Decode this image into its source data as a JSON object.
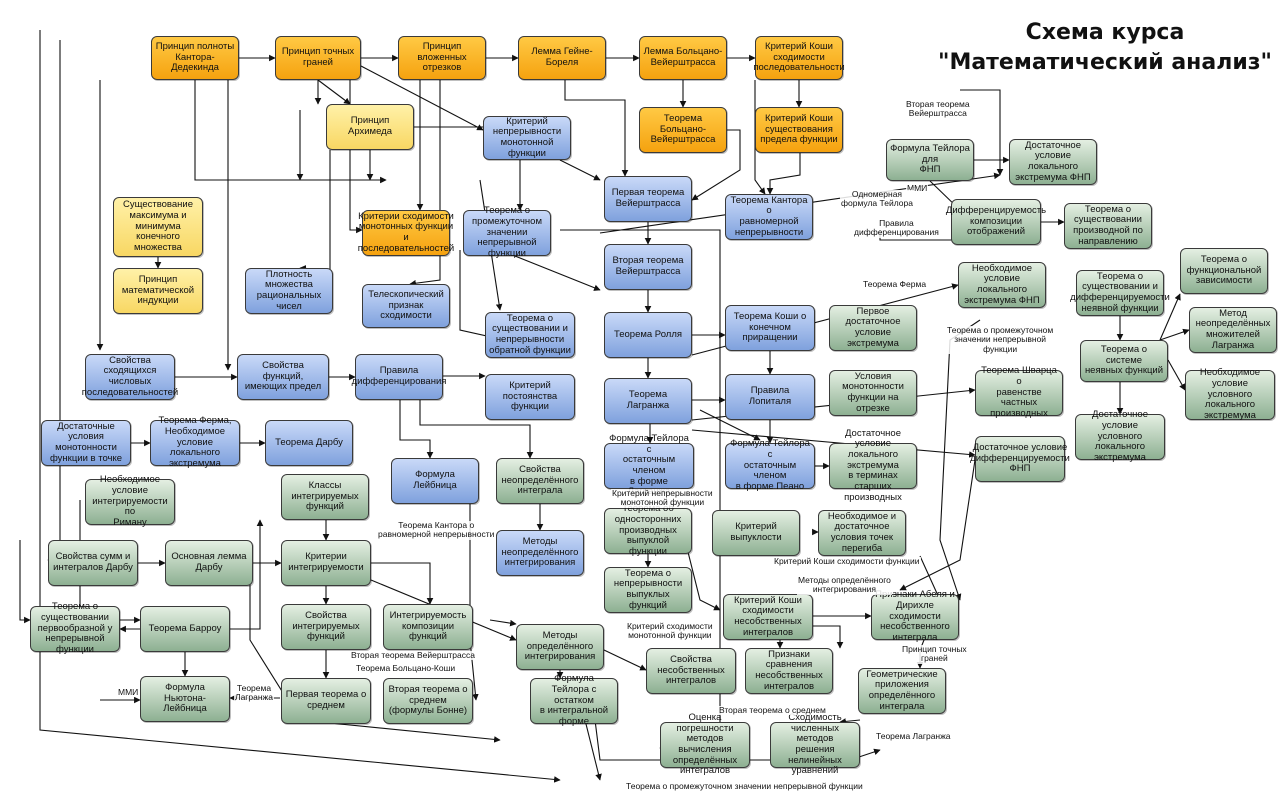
{
  "title": "Схема курса\n\"Математический анализ\"",
  "colors": {
    "orange": "#f5a20f",
    "yellow": "#f8d763",
    "blue": "#7fa1dd",
    "green": "#8db092",
    "edge": "#111111"
  },
  "nodes": [
    {
      "id": "n1",
      "color": "orange",
      "text": "Принцип полноты\nКантора-Дедекинда"
    },
    {
      "id": "n2",
      "color": "orange",
      "text": "Принцип точных\nграней"
    },
    {
      "id": "n3",
      "color": "orange",
      "text": "Принцип вложенных\nотрезков"
    },
    {
      "id": "n4",
      "color": "orange",
      "text": "Лемма Гейне-\nБореля"
    },
    {
      "id": "n5",
      "color": "orange",
      "text": "Лемма Больцано-\nВейерштрасса"
    },
    {
      "id": "n6",
      "color": "orange",
      "text": "Критерий Коши\nсходимости\nпоследовательности"
    },
    {
      "id": "n7",
      "color": "yellow",
      "text": "Принцип Архимеда"
    },
    {
      "id": "n8",
      "color": "orange",
      "text": "Теорема Больцано-\nВейерштрасса"
    },
    {
      "id": "n9",
      "color": "orange",
      "text": "Критерий Коши\nсуществования\nпредела функции"
    },
    {
      "id": "n10",
      "color": "blue",
      "text": "Критерий\nнепрерывности\nмонотонной функции"
    },
    {
      "id": "n11",
      "color": "yellow",
      "text": "Существование\nмаксимума и\nминимума конечного\nмножества"
    },
    {
      "id": "n12",
      "color": "orange",
      "text": "Критерии сходимости\nмонотонных функции\nи последовательностей"
    },
    {
      "id": "n13",
      "color": "blue",
      "text": "Теорема о\nпромежуточном\nзначении непрерывной\nфункции"
    },
    {
      "id": "n14",
      "color": "blue",
      "text": "Первая теорема\nВейерштрасса"
    },
    {
      "id": "n15",
      "color": "blue",
      "text": "Теорема Кантора о\nравномерной\nнепрерывности"
    },
    {
      "id": "n16",
      "color": "green",
      "text": "Формула Тейлора для\nФНП"
    },
    {
      "id": "n17",
      "color": "green",
      "text": "Достаточное условие\nлокального\nэкстремума ФНП"
    },
    {
      "id": "n18",
      "color": "green",
      "text": "Дифференцируемость\nкомпозиции\nотображений"
    },
    {
      "id": "n19",
      "color": "green",
      "text": "Теорема о\nсуществовании\nпроизводной по\nнаправлению"
    },
    {
      "id": "n20",
      "color": "yellow",
      "text": "Принцип\nматематической\nиндукции"
    },
    {
      "id": "n21",
      "color": "blue",
      "text": "Плотность\nмножества\nрациональных чисел"
    },
    {
      "id": "n22",
      "color": "blue",
      "text": "Телескопический\nпризнак сходимости"
    },
    {
      "id": "n23",
      "color": "blue",
      "text": "Вторая теорема\nВейерштрасса"
    },
    {
      "id": "n24",
      "color": "green",
      "text": "Необходимое условие\nлокального\nэкстремума ФНП"
    },
    {
      "id": "n25",
      "color": "green",
      "text": "Теорема о\nсуществовании и\nдифференцируемости\nнеявной функции"
    },
    {
      "id": "n26",
      "color": "green",
      "text": "Теорема о\nфункциональной\nзависимости"
    },
    {
      "id": "n27",
      "color": "blue",
      "text": "Теорема о\nсуществовании и\nнепрерывности\nобратной функции"
    },
    {
      "id": "n28",
      "color": "blue",
      "text": "Теорема Ролля"
    },
    {
      "id": "n29",
      "color": "blue",
      "text": "Теорема Коши о\nконечном приращении"
    },
    {
      "id": "n30",
      "color": "green",
      "text": "Первое достаточное\nусловие экстремума"
    },
    {
      "id": "n31",
      "color": "green",
      "text": "Метод\nнеопределённых\nмножителей Лагранжа"
    },
    {
      "id": "n32",
      "color": "blue",
      "text": "Свойства сходящихся\nчисловых\nпоследовательностей"
    },
    {
      "id": "n33",
      "color": "blue",
      "text": "Свойства функций,\nимеющих предел"
    },
    {
      "id": "n34",
      "color": "blue",
      "text": "Правила\nдифференцирования"
    },
    {
      "id": "n35",
      "color": "blue",
      "text": "Критерий\nпостоянства\nфункции"
    },
    {
      "id": "n36",
      "color": "blue",
      "text": "Теорема Лагранжа"
    },
    {
      "id": "n37",
      "color": "blue",
      "text": "Правила Лопиталя"
    },
    {
      "id": "n38",
      "color": "green",
      "text": "Условия монотонности\nфункции на отрезке"
    },
    {
      "id": "n39",
      "color": "green",
      "text": "Теорема Шварца о\nравенстве частных\nпроизводных"
    },
    {
      "id": "n40",
      "color": "green",
      "text": "Теорема о системе\nнеявных функций"
    },
    {
      "id": "n41",
      "color": "green",
      "text": "Необходимое условие\nусловного локального\nэкстремума"
    },
    {
      "id": "n42",
      "color": "blue",
      "text": "Достаточные условия\nмонотонности\nфункции в точке"
    },
    {
      "id": "n43",
      "color": "blue",
      "text": "Теорема Ферма,\nНеобходимое\nусловие локального\nэкстремума"
    },
    {
      "id": "n44",
      "color": "blue",
      "text": "Теорема Дарбу"
    },
    {
      "id": "n45",
      "color": "blue",
      "text": "Формула Лейбница"
    },
    {
      "id": "n46",
      "color": "green",
      "text": "Свойства\nнеопределённого\nинтеграла"
    },
    {
      "id": "n47",
      "color": "blue",
      "text": "Формула Тейлора с\nостаточным членом\nв форме Лагранжа"
    },
    {
      "id": "n48",
      "color": "blue",
      "text": "Формула Тейлора с\nостаточным членом\nв форме Пеано"
    },
    {
      "id": "n49",
      "color": "green",
      "text": "Достаточное условие\nлокального экстремума\nв терминах старших\nпроизводных"
    },
    {
      "id": "n50",
      "color": "green",
      "text": "Достаточное условие\nдифференцируемости\nФНП"
    },
    {
      "id": "n51",
      "color": "green",
      "text": "Достаточное условие\nусловного локального\nэкстремума"
    },
    {
      "id": "n52",
      "color": "green",
      "text": "Необходимое условие\nинтегрируемости по\nРиману"
    },
    {
      "id": "n53",
      "color": "green",
      "text": "Классы\nинтегрируемых\nфункций"
    },
    {
      "id": "n54",
      "color": "green",
      "text": "Теорема об\nодносторонних\nпроизводных\nвыпуклой функции"
    },
    {
      "id": "n55",
      "color": "green",
      "text": "Критерий\nвыпуклости"
    },
    {
      "id": "n56",
      "color": "green",
      "text": "Необходимое и\nдостаточное\nусловия точек\nперегиба"
    },
    {
      "id": "n57",
      "color": "blue",
      "text": "Методы\nнеопределённого\nинтегрирования"
    },
    {
      "id": "n58",
      "color": "green",
      "text": "Свойства сумм и\nинтегралов Дарбу"
    },
    {
      "id": "n59",
      "color": "green",
      "text": "Основная лемма\nДарбу"
    },
    {
      "id": "n60",
      "color": "green",
      "text": "Критерии\nинтегрируемости"
    },
    {
      "id": "n61",
      "color": "green",
      "text": "Теорема о\nнепрерывности\nвыпуклых функций"
    },
    {
      "id": "n62",
      "color": "green",
      "text": "Критерий Коши\nсходимости\nнесобственных\nинтегралов"
    },
    {
      "id": "n63",
      "color": "green",
      "text": "Признаки Абеля и\nДирихле сходимости\nнесобственного\nинтеграла"
    },
    {
      "id": "n64",
      "color": "green",
      "text": "Теорема о\nсуществовании\nпервообразной у\nнепрерывной функции"
    },
    {
      "id": "n65",
      "color": "green",
      "text": "Теорема Барроу"
    },
    {
      "id": "n66",
      "color": "green",
      "text": "Свойства\nинтегрируемых\nфункций"
    },
    {
      "id": "n67",
      "color": "green",
      "text": "Интегрируемость\nкомпозиции функций"
    },
    {
      "id": "n68",
      "color": "green",
      "text": "Методы\nопределённого\nинтегрирования"
    },
    {
      "id": "n69",
      "color": "green",
      "text": "Свойства\nнесобственных\nинтегралов"
    },
    {
      "id": "n70",
      "color": "green",
      "text": "Признаки сравнения\nнесобственных\nинтегралов"
    },
    {
      "id": "n71",
      "color": "green",
      "text": "Геометрические\nприложения\nопределённого\nинтеграла"
    },
    {
      "id": "n72",
      "color": "green",
      "text": "Формула\nНьютона-Лейбница"
    },
    {
      "id": "n73",
      "color": "green",
      "text": "Первая теорема о\nсреднем"
    },
    {
      "id": "n74",
      "color": "green",
      "text": "Вторая теорема о\nсреднем\n(формулы Бонне)"
    },
    {
      "id": "n75",
      "color": "green",
      "text": "Формула\nТейлора с остатком\nв интегральной\nформе"
    },
    {
      "id": "n76",
      "color": "green",
      "text": "Оценка погрешности\nметодов вычисления\nопределённых\nинтегралов"
    },
    {
      "id": "n77",
      "color": "green",
      "text": "Сходимость\nчисленных методов\nрешения нелинейных\nуравнений"
    }
  ],
  "labels": [
    {
      "id": "l1",
      "text": "Вторая теорема\nВейерштрасса"
    },
    {
      "id": "l2",
      "text": "ММИ"
    },
    {
      "id": "l3",
      "text": "Одномерная\nформула Тейлора"
    },
    {
      "id": "l4",
      "text": "Правила\nдифференцирования"
    },
    {
      "id": "l5",
      "text": "Теорема Ферма"
    },
    {
      "id": "l6",
      "text": "Теорема о промежуточном\nзначении непрерывной\nфункции"
    },
    {
      "id": "l7",
      "text": "Критерий непрерывности\nмонотонной функции"
    },
    {
      "id": "l8",
      "text": "Теорема Кантора о\nравномерной непрерывности"
    },
    {
      "id": "l9",
      "text": "Критерий Коши сходимости функции"
    },
    {
      "id": "l10",
      "text": "Методы определённого\nинтегрирования"
    },
    {
      "id": "l11",
      "text": "Критерий сходимости\nмонотонной функции"
    },
    {
      "id": "l12",
      "text": "Вторая теорема Вейерштрасса"
    },
    {
      "id": "l13",
      "text": "Теорема Больцано-Коши"
    },
    {
      "id": "l14",
      "text": "Принцип точных\nграней"
    },
    {
      "id": "l15",
      "text": "Теорема\nЛагранжа"
    },
    {
      "id": "l16",
      "text": "ММИ"
    },
    {
      "id": "l17",
      "text": "Вторая теорема о среднем"
    },
    {
      "id": "l18",
      "text": "Теорема Лагранжа"
    },
    {
      "id": "l19",
      "text": "Теорема о промежуточном значении непрерывной функции"
    }
  ]
}
